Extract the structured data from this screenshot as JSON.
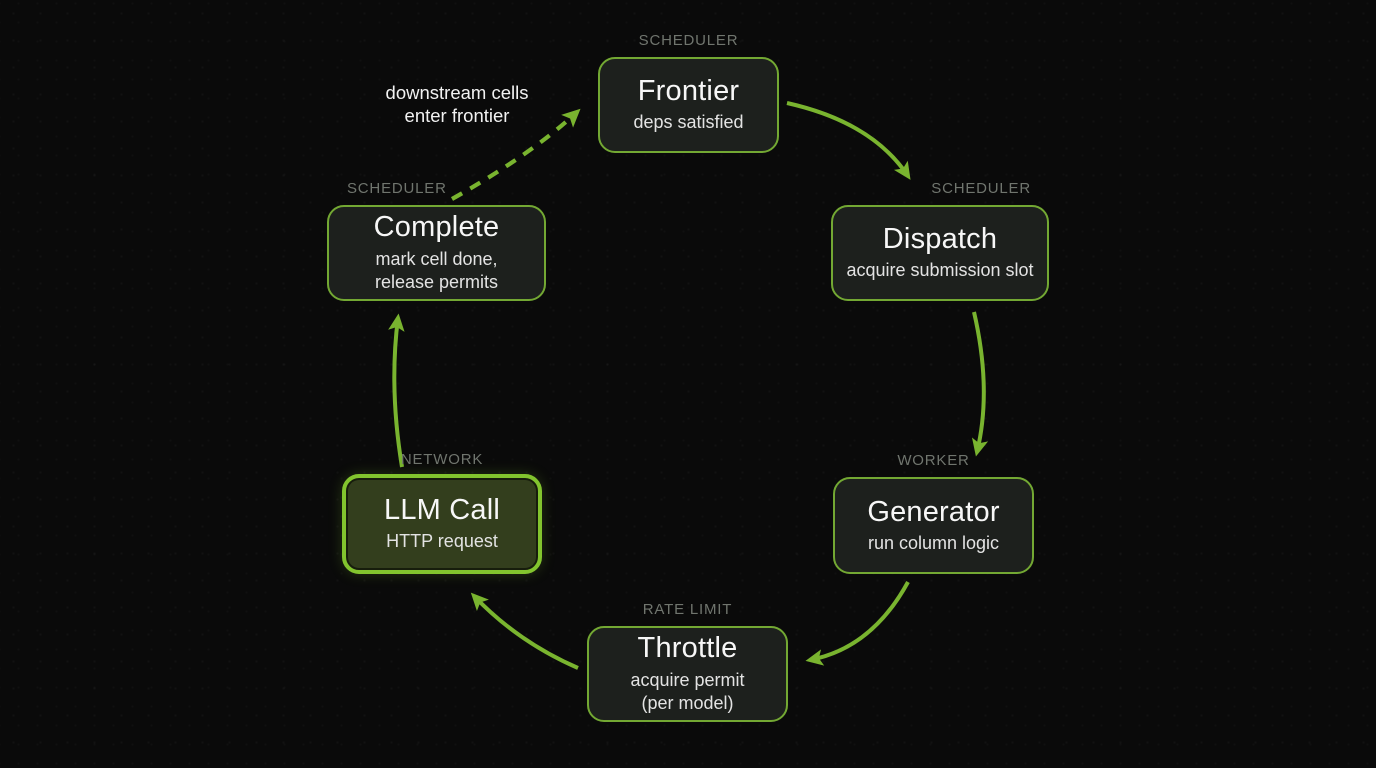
{
  "diagram": {
    "title_hint": "async cell execution lifecycle",
    "annotation": "downstream cells\nenter frontier",
    "nodes": [
      {
        "id": "frontier",
        "stage": "SCHEDULER",
        "title": "Frontier",
        "subtitle": "deps satisfied",
        "highlighted": false
      },
      {
        "id": "dispatch",
        "stage": "SCHEDULER",
        "title": "Dispatch",
        "subtitle": "acquire submission slot",
        "highlighted": false
      },
      {
        "id": "generator",
        "stage": "WORKER",
        "title": "Generator",
        "subtitle": "run column logic",
        "highlighted": false
      },
      {
        "id": "throttle",
        "stage": "RATE LIMIT",
        "title": "Throttle",
        "subtitle": "acquire permit\n(per model)",
        "highlighted": false
      },
      {
        "id": "llm-call",
        "stage": "NETWORK",
        "title": "LLM Call",
        "subtitle": "HTTP request",
        "highlighted": true
      },
      {
        "id": "complete",
        "stage": "SCHEDULER",
        "title": "Complete",
        "subtitle": "mark cell done,\nrelease permits",
        "highlighted": false
      }
    ],
    "edges": [
      {
        "from": "complete",
        "to": "frontier",
        "style": "dashed",
        "label": "downstream cells enter frontier"
      },
      {
        "from": "frontier",
        "to": "dispatch",
        "style": "solid"
      },
      {
        "from": "dispatch",
        "to": "generator",
        "style": "solid"
      },
      {
        "from": "generator",
        "to": "throttle",
        "style": "solid"
      },
      {
        "from": "throttle",
        "to": "llm-call",
        "style": "solid"
      },
      {
        "from": "llm-call",
        "to": "complete",
        "style": "solid"
      }
    ],
    "colors": {
      "background": "#0a0a0a",
      "accent": "#79b42f",
      "node_fill": "#1d201d",
      "node_border": "#73a833",
      "highlight_fill": "#333e1d",
      "highlight_border": "#82c42e",
      "stage_label": "#70756e",
      "title": "#f7f7f7",
      "subtitle": "#e3e3e3",
      "annotation": "#f2f2f2"
    }
  }
}
